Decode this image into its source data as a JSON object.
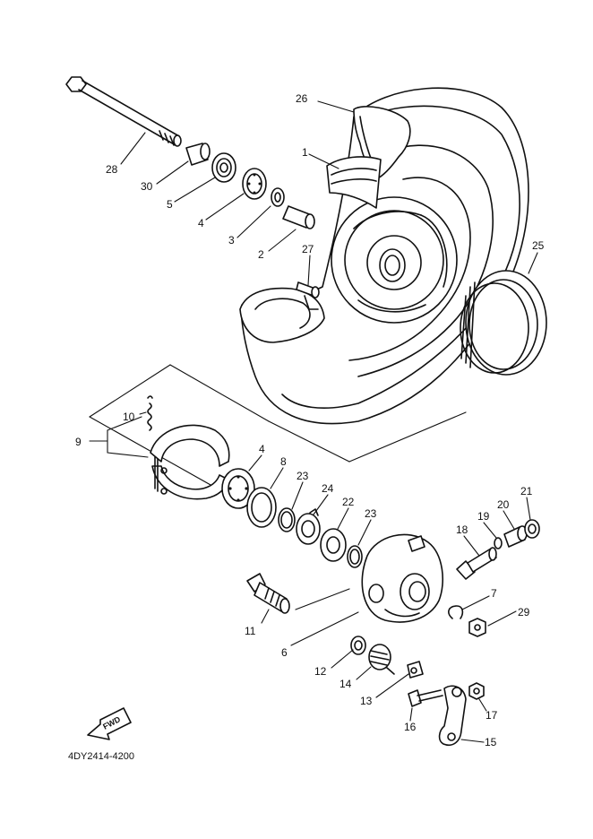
{
  "diagram": {
    "code": "4DY2414-4200",
    "fwd_text": "FWD",
    "callouts": [
      {
        "id": "c26",
        "text": "26"
      },
      {
        "id": "c1",
        "text": "1"
      },
      {
        "id": "c28",
        "text": "28"
      },
      {
        "id": "c30",
        "text": "30"
      },
      {
        "id": "c5",
        "text": "5"
      },
      {
        "id": "c4a",
        "text": "4"
      },
      {
        "id": "c3",
        "text": "3"
      },
      {
        "id": "c2",
        "text": "2"
      },
      {
        "id": "c27",
        "text": "27"
      },
      {
        "id": "c25",
        "text": "25"
      },
      {
        "id": "c10",
        "text": "10"
      },
      {
        "id": "c9",
        "text": "9"
      },
      {
        "id": "c4b",
        "text": "4"
      },
      {
        "id": "c8",
        "text": "8"
      },
      {
        "id": "c23a",
        "text": "23"
      },
      {
        "id": "c24",
        "text": "24"
      },
      {
        "id": "c22",
        "text": "22"
      },
      {
        "id": "c23b",
        "text": "23"
      },
      {
        "id": "c21",
        "text": "21"
      },
      {
        "id": "c20",
        "text": "20"
      },
      {
        "id": "c19",
        "text": "19"
      },
      {
        "id": "c18",
        "text": "18"
      },
      {
        "id": "c7",
        "text": "7"
      },
      {
        "id": "c29",
        "text": "29"
      },
      {
        "id": "c11",
        "text": "11"
      },
      {
        "id": "c6",
        "text": "6"
      },
      {
        "id": "c12",
        "text": "12"
      },
      {
        "id": "c14",
        "text": "14"
      },
      {
        "id": "c13",
        "text": "13"
      },
      {
        "id": "c16",
        "text": "16"
      },
      {
        "id": "c17",
        "text": "17"
      },
      {
        "id": "c15",
        "text": "15"
      }
    ]
  }
}
